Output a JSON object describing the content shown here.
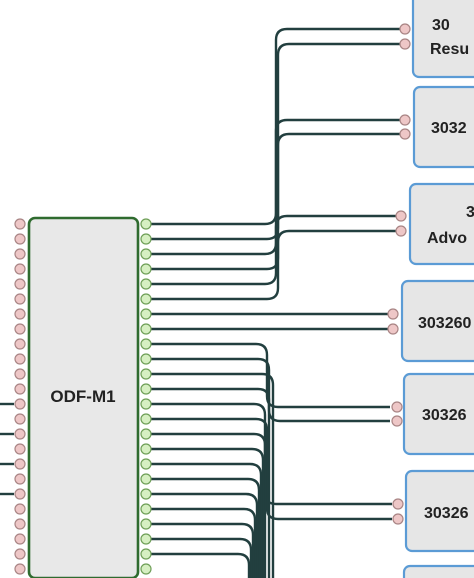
{
  "odf_panel": {
    "label": "ODF-M1",
    "fill": "#e8e8e8",
    "border": "#2f6b2f"
  },
  "ports": {
    "left_fill": "#eec7c7",
    "left_stroke": "#a98585",
    "right_fill": "#d6efc2",
    "right_stroke": "#6f9f58"
  },
  "devices": [
    {
      "id": "dev1",
      "lines": [
        "30",
        "Resu"
      ]
    },
    {
      "id": "dev2",
      "lines": [
        "3032"
      ]
    },
    {
      "id": "dev3",
      "lines": [
        "3",
        "Advo"
      ]
    },
    {
      "id": "dev4",
      "lines": [
        "303260"
      ]
    },
    {
      "id": "dev5",
      "lines": [
        "30326"
      ]
    },
    {
      "id": "dev6",
      "lines": [
        "30326"
      ]
    }
  ],
  "device_style": {
    "fill": "#e6e6e6",
    "border": "#5b9bd5",
    "port_fill": "#eec7c7",
    "port_stroke": "#a98585"
  },
  "wire_color": "#223f3f"
}
